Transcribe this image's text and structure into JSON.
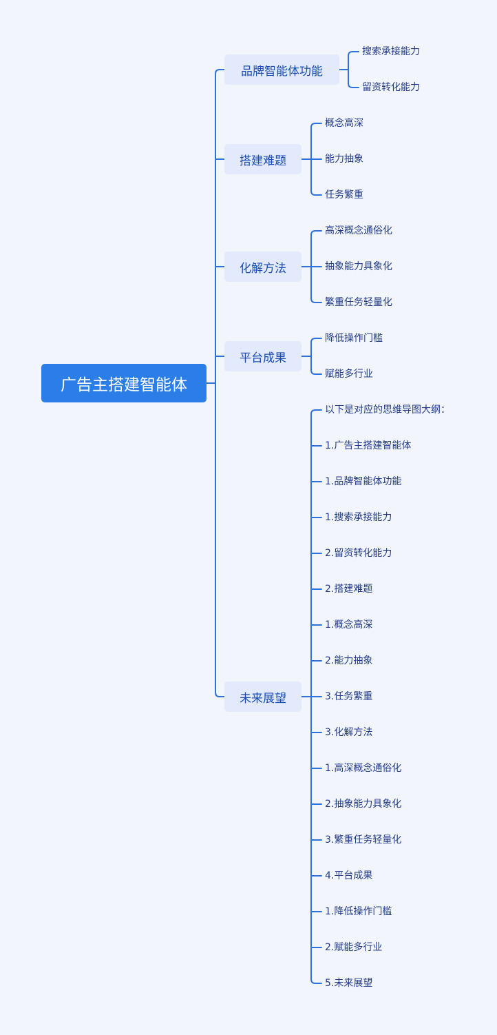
{
  "theme": {
    "accent": "#2b7ee8",
    "line": "#2d72dc",
    "branch_bg": "#e2eafc",
    "background": "#f3f5fd"
  },
  "root": {
    "label": "广告主搭建智能体"
  },
  "branches": [
    {
      "label": "品牌智能体功能",
      "children": [
        "搜索承接能力",
        "留资转化能力"
      ]
    },
    {
      "label": "搭建难题",
      "children": [
        "概念高深",
        "能力抽象",
        "任务繁重"
      ]
    },
    {
      "label": "化解方法",
      "children": [
        "高深概念通俗化",
        "抽象能力具象化",
        "繁重任务轻量化"
      ]
    },
    {
      "label": "平台成果",
      "children": [
        "降低操作门槛",
        "赋能多行业"
      ]
    },
    {
      "label": "未来展望",
      "children": [
        "以下是对应的思维导图大纲：",
        "1.广告主搭建智能体",
        "1.品牌智能体功能",
        "1.搜索承接能力",
        "2.留资转化能力",
        "2.搭建难题",
        "1.概念高深",
        "2.能力抽象",
        "3.任务繁重",
        "3.化解方法",
        "1.高深概念通俗化",
        "2.抽象能力具象化",
        "3.繁重任务轻量化",
        "4.平台成果",
        "1.降低操作门槛",
        "2.赋能多行业",
        "5.未来展望"
      ]
    }
  ]
}
